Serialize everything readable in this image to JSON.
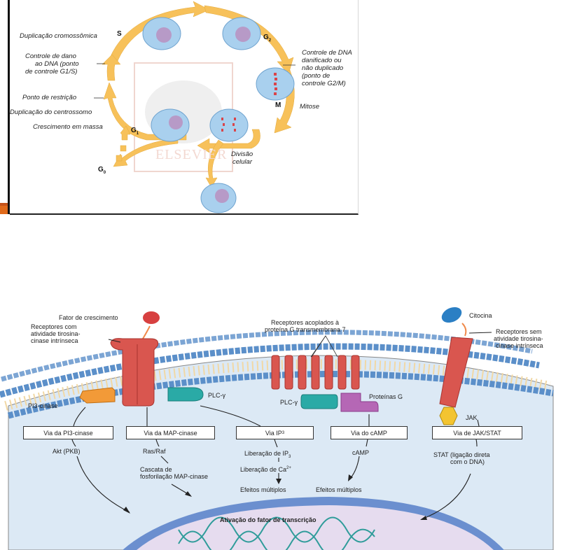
{
  "cell_cycle": {
    "phases": {
      "s": "S",
      "g2": "G2",
      "m": "M",
      "g1": "G1",
      "g0": "G0"
    },
    "labels": {
      "dup_chrom": "Duplicação cromossômica",
      "dna_damage_1": "Controle de dano",
      "dna_damage_2": "ao DNA (ponto",
      "dna_damage_3": "de controle G1/S)",
      "restriction": "Ponto de restrição",
      "centrosome": "Duplicação do centrossomo",
      "mass": "Crescimento em massa",
      "g2m_1": "Controle de DNA",
      "g2m_2": "danificado ou",
      "g2m_3": "não duplicado",
      "g2m_4": "(ponto de",
      "g2m_5": "controle G2/M)",
      "mitosis": "Mitose",
      "division_1": "Divisão",
      "division_2": "celular"
    },
    "watermark": "ELSEVIER",
    "colors": {
      "arrow": "#f7c15a",
      "cell": "#a9d0ee",
      "nucleus": "#b79ac7",
      "chromosome": "#d9454a"
    }
  },
  "signaling": {
    "growth_factor": "Fator de crescimento",
    "rtk_1": "Receptores com",
    "rtk_2": "atividade tirosina-",
    "rtk_3": "cinase intrínseca",
    "gpcr_1": "Receptores acoplados à",
    "gpcr_2": "proteína G transmembrana 7",
    "cytokine": "Citocina",
    "nrtk_1": "Receptores sem",
    "nrtk_2": "atividade tirosina-",
    "nrtk_3": "cinase intrínseca",
    "pi3k": "PI3-cinase",
    "plc_gamma_1": "PLC-γ",
    "plc_gamma_2": "PLC-γ",
    "g_proteins": "Proteínas G",
    "jak": "JAK",
    "pathways": [
      {
        "label": "Via da PI3-cinase"
      },
      {
        "label": "Via da MAP-cinase"
      },
      {
        "label": "Via IP",
        "sub": "3"
      },
      {
        "label": "Via do cAMP"
      },
      {
        "label": "Via de JAK/STAT"
      }
    ],
    "akt": "Akt (PKB)",
    "ras_raf": "Ras/Raf",
    "cascade_1": "Cascata de",
    "cascade_2": "fosforilação MAP-cinase",
    "ip3_release": "Liberação de IP",
    "ip3_sub": "3",
    "ca_release": "Liberação de Ca",
    "ca_sup": "2+",
    "effects_1": "Efeitos múltiplos",
    "camp": "cAMP",
    "effects_2": "Efeitos múltiplos",
    "stat_1": "STAT (ligação direta",
    "stat_2": "com o DNA)",
    "transcription": "Ativação do fator de transcrição",
    "colors": {
      "membrane_head": "#5b8fc9",
      "cytoplasm": "#dce9f5",
      "receptor": "#d9564f",
      "pi3k": "#f29a38",
      "plc": "#2aaaa6",
      "gprot": "#b567b5",
      "jak": "#f3c430",
      "nucleus": "#e6dcef",
      "nuclear_env": "#6b8fcf",
      "dna": "#2f9c9a"
    }
  }
}
